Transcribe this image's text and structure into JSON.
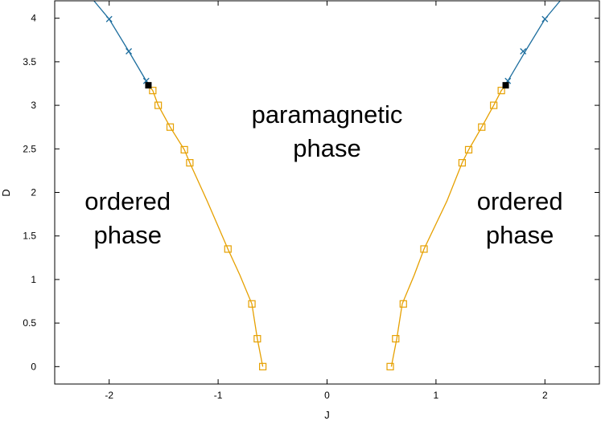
{
  "chart_data": {
    "type": "line",
    "xlabel": "J",
    "ylabel": "D",
    "xlim": [
      -2.5,
      2.5
    ],
    "ylim": [
      -0.2,
      4.2
    ],
    "x_ticks": [
      -2,
      -1,
      0,
      1,
      2
    ],
    "y_ticks": [
      0,
      0.5,
      1,
      1.5,
      2,
      2.5,
      3,
      3.5,
      4
    ],
    "grid": false,
    "legend": "none",
    "colors": {
      "first_order": "#1f6f9f",
      "second_order": "#e6a000",
      "tricritical": "#000000"
    },
    "series": [
      {
        "line_x": [
          -0.59,
          -0.64,
          -0.69,
          -0.8,
          -0.91,
          -1.1,
          -1.26,
          -1.31,
          -1.44,
          -1.55,
          -1.6,
          -1.64
        ],
        "line_y": [
          0.0,
          0.32,
          0.72,
          1.05,
          1.35,
          1.9,
          2.34,
          2.49,
          2.75,
          3.0,
          3.17,
          3.23
        ],
        "markers_x": [
          -0.59,
          -0.64,
          -0.69,
          -0.91,
          -1.26,
          -1.31,
          -1.44,
          -1.55,
          -1.6
        ],
        "markers_y": [
          0.0,
          0.32,
          0.72,
          1.35,
          2.34,
          2.49,
          2.75,
          3.0,
          3.17
        ],
        "marker": "open-square",
        "color": "#e6a000"
      },
      {
        "line_x": [
          0.59,
          0.64,
          0.69,
          0.8,
          0.89,
          1.1,
          1.24,
          1.3,
          1.42,
          1.53,
          1.6,
          1.64
        ],
        "line_y": [
          0.0,
          0.32,
          0.72,
          1.05,
          1.35,
          1.9,
          2.34,
          2.49,
          2.75,
          3.0,
          3.17,
          3.23
        ],
        "markers_x": [
          0.58,
          0.63,
          0.7,
          0.89,
          1.24,
          1.3,
          1.42,
          1.53,
          1.6
        ],
        "markers_y": [
          0.0,
          0.32,
          0.72,
          1.35,
          2.34,
          2.49,
          2.75,
          3.0,
          3.17
        ],
        "marker": "open-square",
        "color": "#e6a000"
      },
      {
        "line_x": [
          -1.64,
          -1.66,
          -1.82,
          -2.0,
          -2.14
        ],
        "line_y": [
          3.23,
          3.28,
          3.62,
          3.99,
          4.2
        ],
        "markers_x": [
          -1.66,
          -1.82,
          -2.0
        ],
        "markers_y": [
          3.28,
          3.62,
          3.99
        ],
        "marker": "x",
        "color": "#1f6f9f"
      },
      {
        "line_x": [
          1.64,
          1.66,
          1.82,
          2.0,
          2.14
        ],
        "line_y": [
          3.23,
          3.28,
          3.62,
          3.99,
          4.2
        ],
        "markers_x": [
          1.66,
          1.8,
          2.0
        ],
        "markers_y": [
          3.28,
          3.62,
          3.99
        ],
        "marker": "x",
        "color": "#1f6f9f"
      }
    ],
    "tricritical_points": [
      {
        "x": -1.64,
        "y": 3.23
      },
      {
        "x": 1.64,
        "y": 3.23
      }
    ],
    "annotations": [
      {
        "lines": [
          "paramagnetic",
          "phase"
        ],
        "x": 0,
        "y": 2.8
      },
      {
        "lines": [
          "ordered",
          "phase"
        ],
        "x": -1.83,
        "y": 1.8
      },
      {
        "lines": [
          "ordered",
          "phase"
        ],
        "x": 1.77,
        "y": 1.8
      }
    ]
  }
}
